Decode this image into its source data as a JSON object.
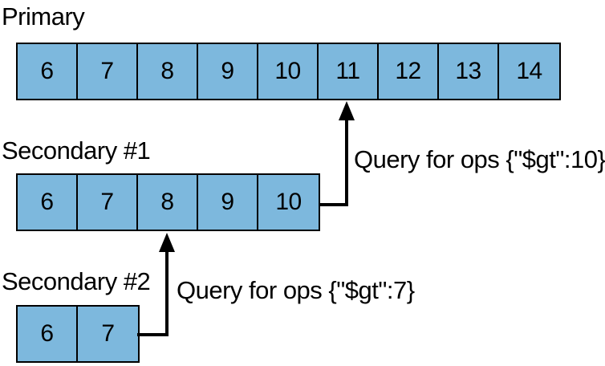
{
  "primary": {
    "label": "Primary",
    "entries": [
      "6",
      "7",
      "8",
      "9",
      "10",
      "11",
      "12",
      "13",
      "14"
    ]
  },
  "secondary1": {
    "label": "Secondary #1",
    "entries": [
      "6",
      "7",
      "8",
      "9",
      "10"
    ],
    "query_label": "Query for ops {\"$gt\":10}"
  },
  "secondary2": {
    "label": "Secondary #2",
    "entries": [
      "6",
      "7"
    ],
    "query_label": "Query for ops {\"$gt\":7}"
  },
  "colors": {
    "cell_fill": "#7db8dd",
    "stroke": "#000000"
  }
}
